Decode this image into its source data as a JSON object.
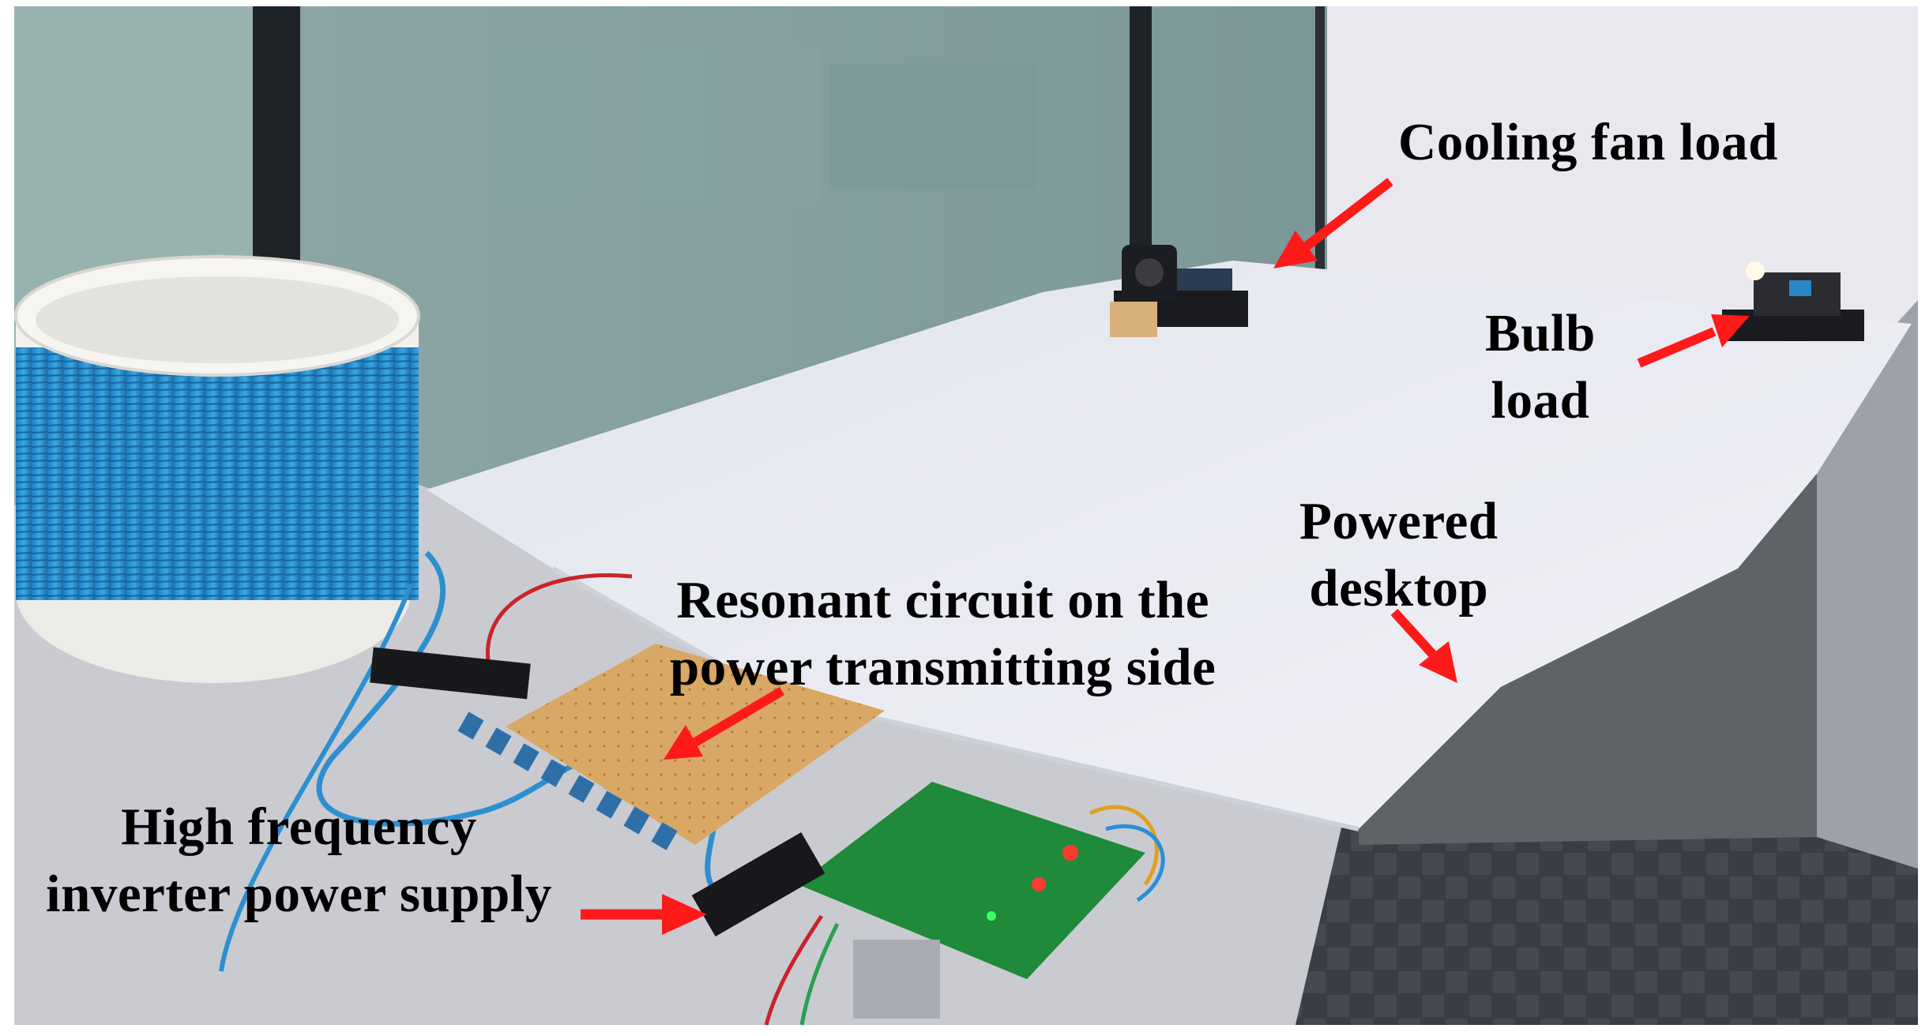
{
  "labels": {
    "cooling_fan": "Cooling fan load",
    "bulb": [
      "Bulb",
      "load"
    ],
    "powered_desktop": [
      "Powered",
      "desktop"
    ],
    "resonant": [
      "Resonant circuit on the",
      "power transmitting side"
    ],
    "inverter": [
      "High frequency",
      "inverter power supply"
    ]
  },
  "colors": {
    "arrow": "#ff1a1a",
    "label_text": "#000000",
    "wall": "#8aa4a4",
    "desktop_surface": "#e6e8f0",
    "coil_wire": "#2d9ad8",
    "circuit_board": "#1e8a3a",
    "resonant_board": "#d9a865"
  }
}
